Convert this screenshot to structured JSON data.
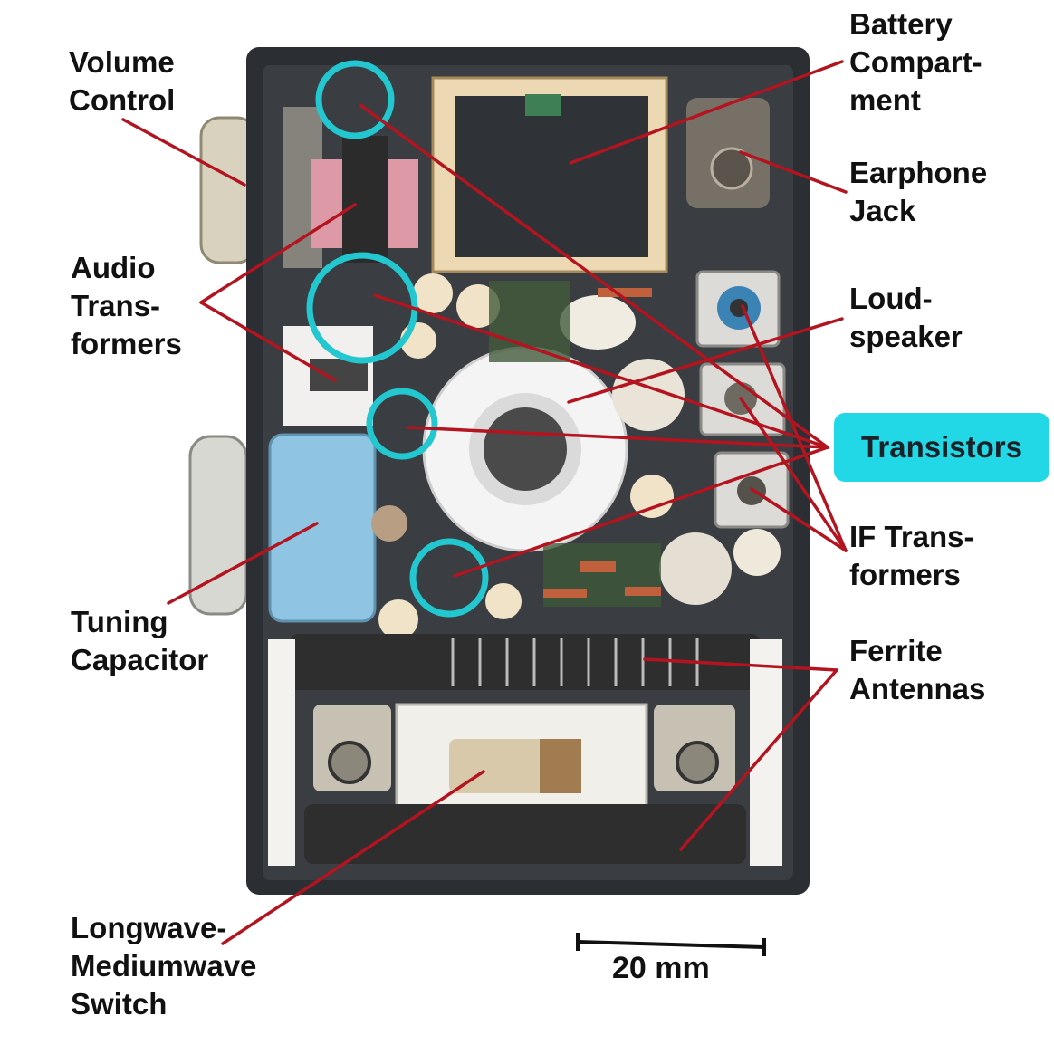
{
  "labels": {
    "volume_control": "Volume\nControl",
    "audio_transformers": "Audio\nTrans-\nformers",
    "tuning_capacitor": "Tuning\nCapacitor",
    "longwave_switch": "Longwave-\nMediumwave\nSwitch",
    "battery_compartment": "Battery\nCompart-\nment",
    "earphone_jack": "Earphone\nJack",
    "loudspeaker": "Loud-\nspeaker",
    "transistors": "Transistors",
    "if_transformers": "IF Trans-\nformers",
    "ferrite_antennas": "Ferrite\nAntennas"
  },
  "scale_bar": {
    "label": "20 mm"
  },
  "colors": {
    "leader_line": "#b3141f",
    "highlight_circle": "#22c7cf",
    "transistors_badge": "#22d8e6",
    "case": "#2b2e33",
    "text": "#111111"
  }
}
